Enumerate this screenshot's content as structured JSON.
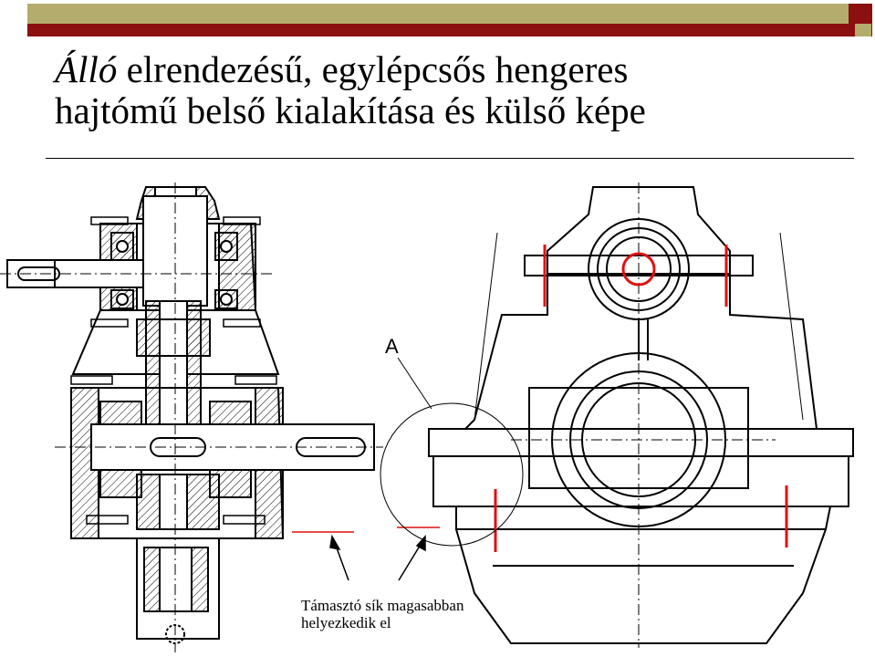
{
  "slide": {
    "title_italic": "Álló",
    "title_line1_rest": " elrendezésű, egylépcsős hengeres",
    "title_line2": "hajtómű belső kialakítása és külső képe",
    "label_a": "A",
    "caption_line1": "Támasztó sík magasabban",
    "caption_line2": "helyezkedik el"
  },
  "colors": {
    "accent_bar": "#b4ac6c",
    "accent_bar_dark": "#8b1010",
    "highlight": "#e01010"
  }
}
